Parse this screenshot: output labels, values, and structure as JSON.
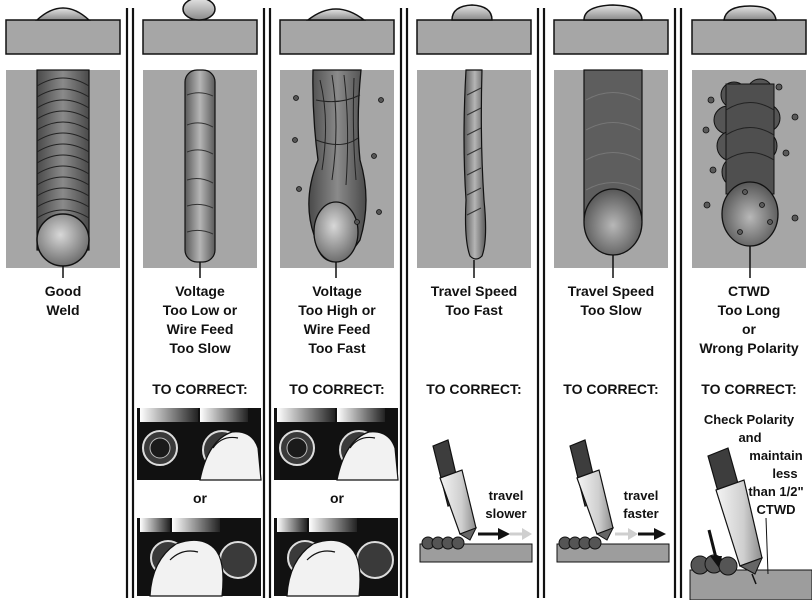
{
  "columns": [
    {
      "id": "good",
      "title_lines": [
        "Good",
        "Weld"
      ]
    },
    {
      "id": "low-voltage",
      "title_lines": [
        "Voltage",
        "Too Low or",
        "Wire Feed",
        "Too Slow"
      ]
    },
    {
      "id": "high-voltage",
      "title_lines": [
        "Voltage",
        "Too High or",
        "Wire Feed",
        "Too Fast"
      ]
    },
    {
      "id": "fast-travel",
      "title_lines": [
        "Travel Speed",
        "Too Fast"
      ]
    },
    {
      "id": "slow-travel",
      "title_lines": [
        "Travel Speed",
        "Too Slow"
      ]
    },
    {
      "id": "ctwd",
      "title_lines": [
        "CTWD",
        "Too Long",
        "or",
        "Wrong Polarity"
      ]
    }
  ],
  "to_correct_label": "TO CORRECT:",
  "or_label": "or",
  "fast_travel_fix": [
    "travel",
    "slower"
  ],
  "slow_travel_fix": [
    "travel",
    "faster"
  ],
  "ctwd_fix": [
    "Check Polarity",
    "and",
    "maintain",
    "less",
    "than 1/2\"",
    "CTWD"
  ],
  "colors": {
    "panel_gray": "#a6a6a6",
    "bead_dark": "#555555",
    "line": "#111111",
    "plate": "#9d9d9d"
  }
}
